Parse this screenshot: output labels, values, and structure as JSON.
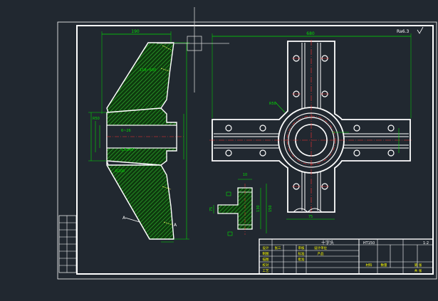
{
  "colors": {
    "background": "#212830",
    "frame": "#ffffff",
    "outline": "#ffffff",
    "hatch": "#1f8a1f",
    "dimension": "#00e000",
    "center_line": "#ff3030",
    "hole_yellow": "#ffff66",
    "cursor": "#d0d0d0",
    "table_text": "#ffff00"
  },
  "cursor": {
    "icon": "crosshair-cursor-icon"
  },
  "dimensions": {
    "section_width": "190",
    "plan_width": "680",
    "section_label_a": "118~630",
    "section_label_b": "6~26",
    "section_label_c": "1.5x45°",
    "section_label_d": "R200",
    "section_label_e": "R50",
    "plan_radius": "R50",
    "small_width": "130",
    "small_height": "150",
    "small_depth": "75",
    "small_thick": "10",
    "bottom_width": "75"
  },
  "section_marker": "A",
  "surface_finish": "Ra6.3",
  "title_block": {
    "part_name": "十字头",
    "drawing_no": "HT150",
    "scale": "1:2",
    "material_label": "材料",
    "weight_label": "数量",
    "sheet_label": "共 张",
    "sheet_label2": "第 张",
    "row_labels": [
      "设计",
      "制图",
      "描图",
      "校对",
      "工艺"
    ],
    "row_values": [
      "张三",
      "",
      "",
      "",
      ""
    ],
    "mid_labels": [
      "审核",
      "标准",
      "批准"
    ],
    "mid_values": [
      "设计单位",
      "产品",
      ""
    ]
  }
}
